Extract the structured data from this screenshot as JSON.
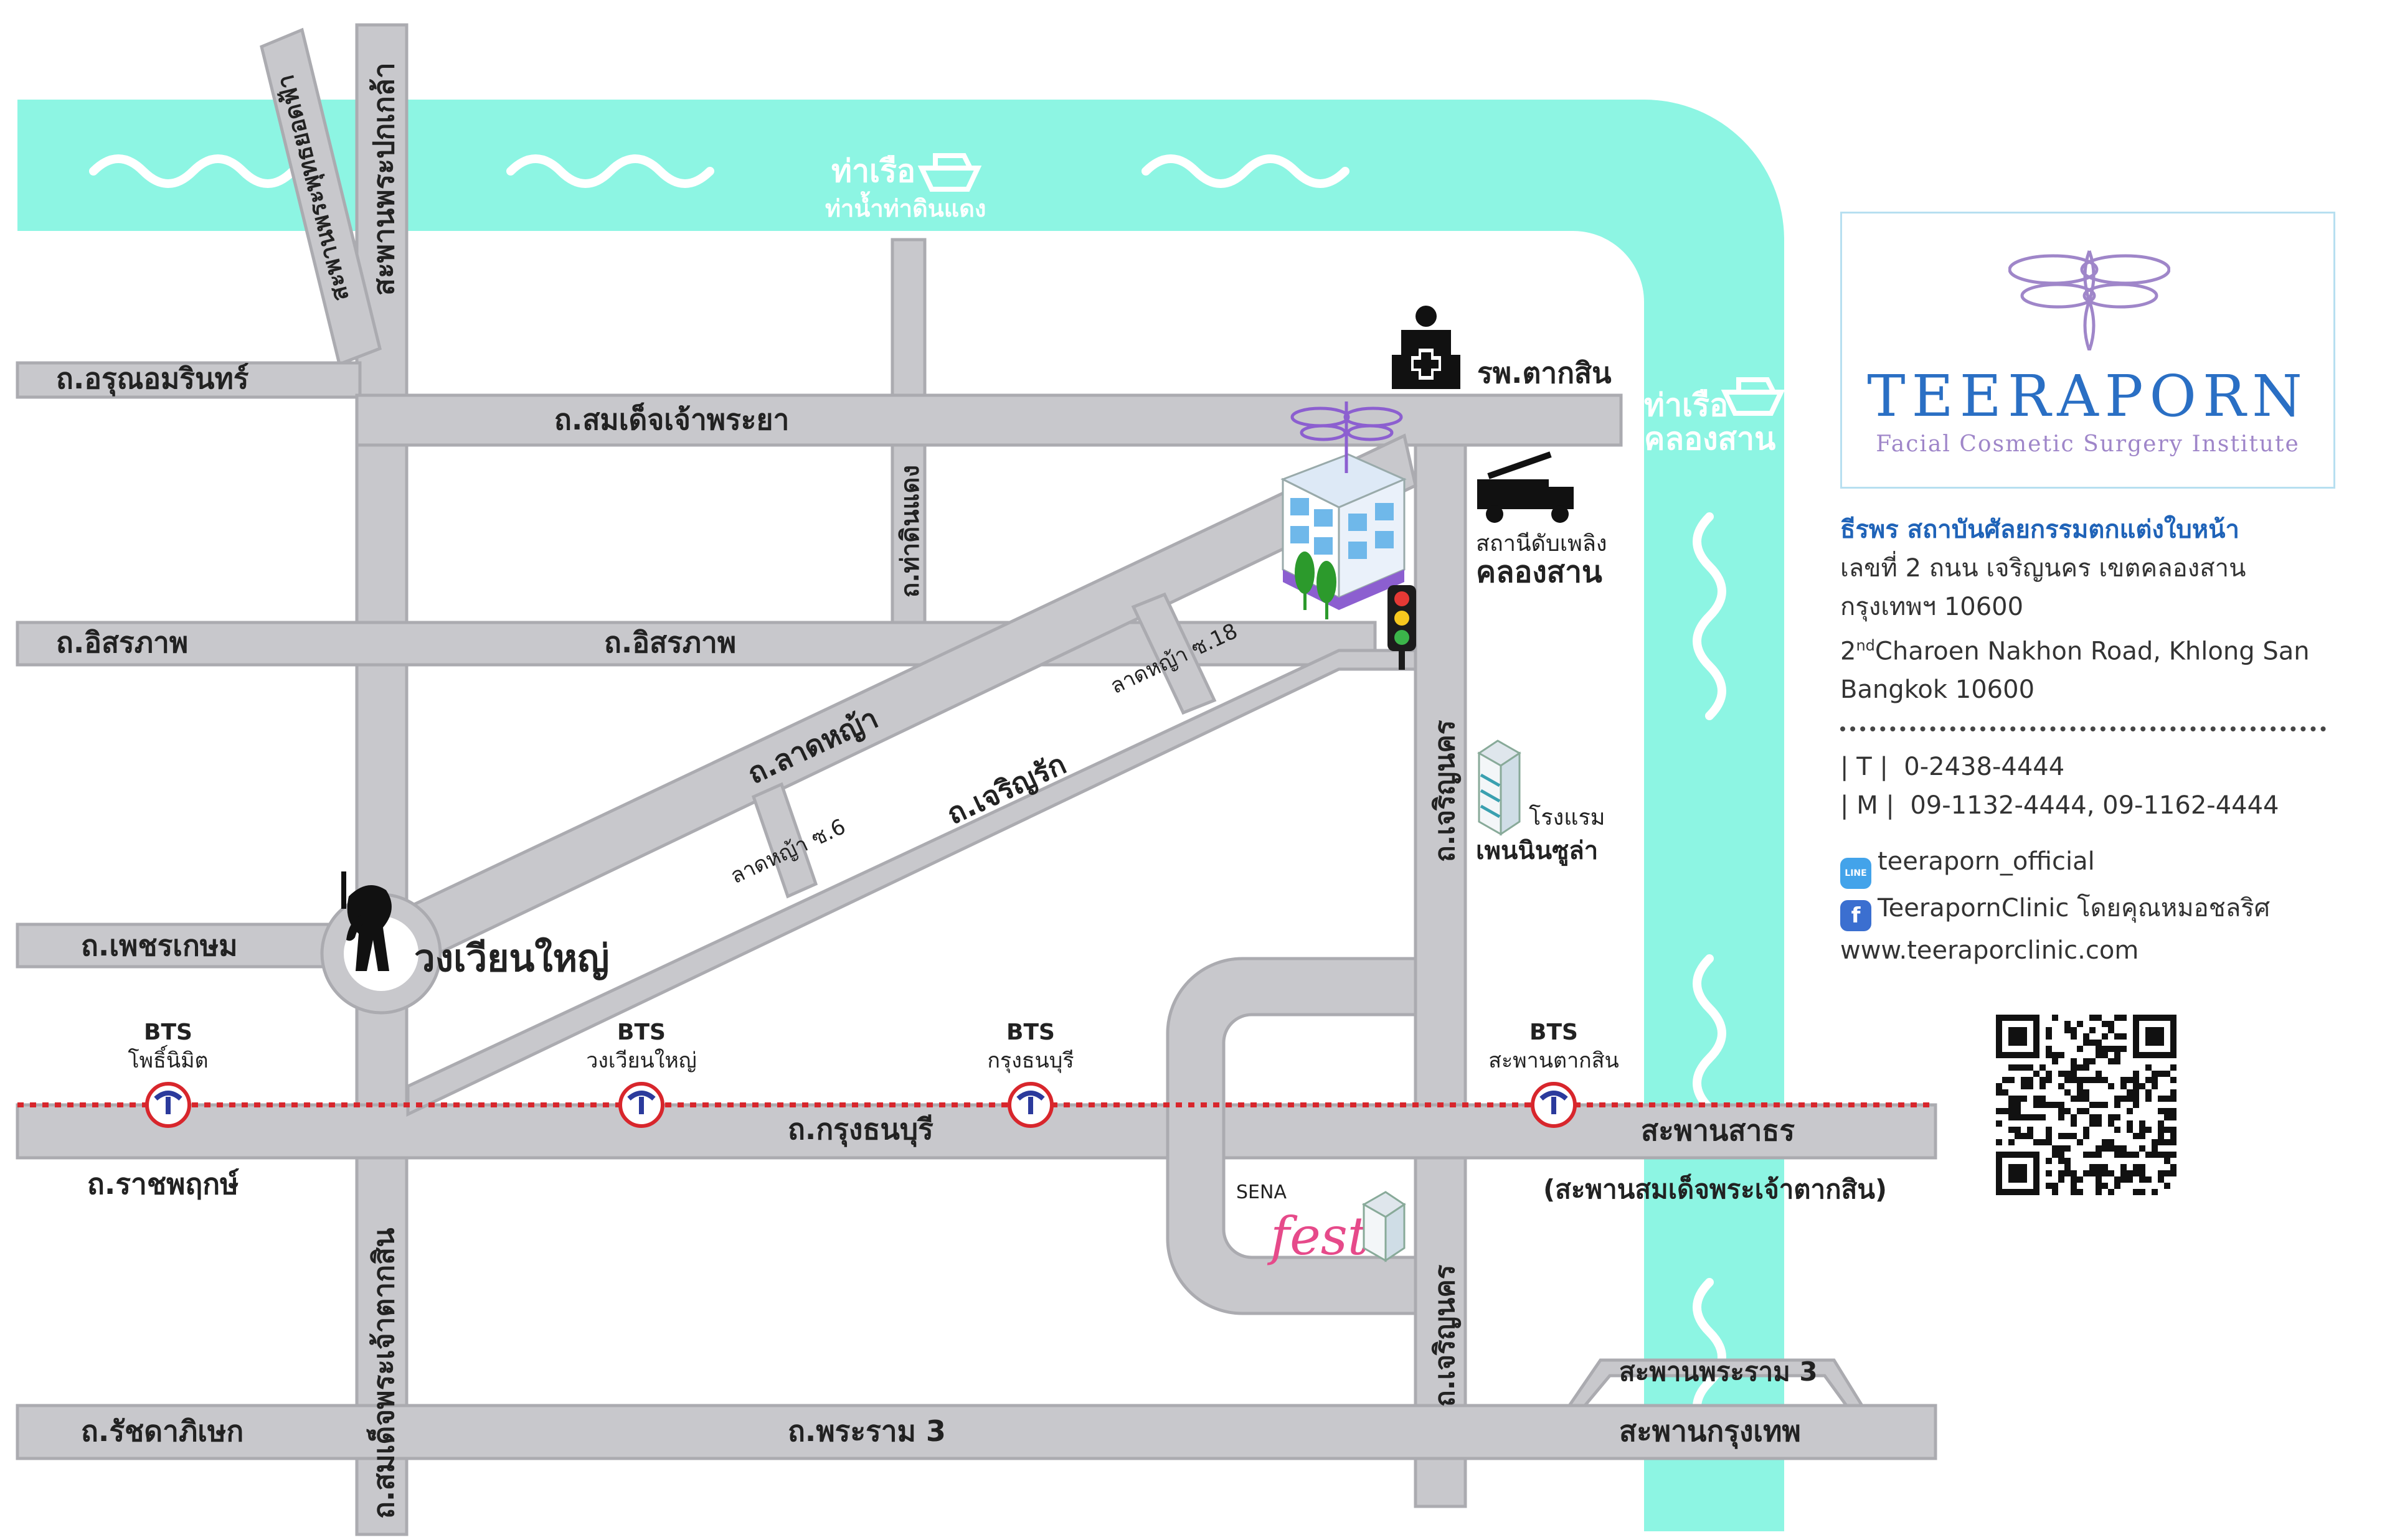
{
  "river": {
    "pier_tha_din_daeng_line1": "ท่าเรือ",
    "pier_tha_din_daeng_line2": "ท่าน้ำท่าดินแดง",
    "pier_khlong_san_line1": "ท่าเรือ",
    "pier_khlong_san_line2": "คลองสาน"
  },
  "roads": {
    "arun_amarin": "ถ.อรุณอมรินทร์",
    "somdet_chao_phraya": "ถ.สมเด็จเจ้าพระยา",
    "tha_din_daeng": "ถ.ท่าดินแดง",
    "itsaraphap_left": "ถ.อิสรภาพ",
    "itsaraphap_mid": "ถ.อิสรภาพ",
    "lat_ya": "ถ.ลาดหญ้า",
    "lat_ya_soi18": "ลาดหญ้า ซ.18",
    "lat_ya_soi6": "ลาดหญ้า ซ.6",
    "charoen_rak": "ถ.เจริญรัก",
    "phet_kasem": "ถ.เพชรเกษม",
    "krung_thonburi": "ถ.กรุงธนบุรี",
    "ratchaphruek": "ถ.ราชพฤกษ์",
    "ratchadaphisek": "ถ.รัชดาภิเษก",
    "rama3": "ถ.พระราม 3",
    "charoen_nakhon_upper": "ถ.เจริญนคร",
    "charoen_nakhon_lower": "ถ.เจริญนคร",
    "somdet_phra_chao_taksin": "ถ.สมเด็จพระเจ้าตากสิน",
    "memorial_bridge": "สะพานพระปกเกล้า",
    "phuttayotfa_bridge": "สะพานพระพุทธยอดฟ้า",
    "sathorn_bridge": "สะพานสาธร",
    "sathorn_bridge_alt": "(สะพานสมเด็จพระเจ้าตากสิน)",
    "rama3_bridge": "สะพานพระราม 3",
    "krungthep_bridge": "สะพานกรุงเทพ"
  },
  "landmarks": {
    "wongwian_yai": "วงเวียนใหญ่",
    "hospital": "รพ.ตากสิน",
    "fire_station_line1": "สถานีดับเพลิง",
    "fire_station_line2": "คลองสาน",
    "hotel_line1": "โรงแรม",
    "hotel_line2": "เพนนินซูล่า",
    "sena_top": "SENA",
    "sena_fest": "fest"
  },
  "bts": [
    {
      "line1": "BTS",
      "line2": "โพธิ์นิมิต"
    },
    {
      "line1": "BTS",
      "line2": "วงเวียนใหญ่"
    },
    {
      "line1": "BTS",
      "line2": "กรุงธนบุรี"
    },
    {
      "line1": "BTS",
      "line2": "สะพานตากสิน"
    }
  ],
  "logo": {
    "brand": "TEERAPORN",
    "tagline": "Facial Cosmetic Surgery Institute"
  },
  "contact": {
    "name_th": "ธีรพร สถาบันศัลยกรรมตกแต่งใบหน้า",
    "address_th_line1": "เลขที่ 2 ถนน เจริญนคร เขตคลองสาน",
    "address_th_line2": "กรุงเทพฯ 10600",
    "address_en_number": "2",
    "address_en_suffix": "nd",
    "address_en_line1_rest": "Charoen Nakhon Road, Khlong San",
    "address_en_line2": "Bangkok 10600",
    "tel_label": "| T |",
    "tel": "0-2438-4444",
    "mobile_label": "| M |",
    "mobile": "09-1132-4444, 09-1162-4444",
    "line_icon_text": "LINE",
    "line_id": "teeraporn_official",
    "facebook_icon_text": "f",
    "facebook": "TeerapornClinic โดยคุณหมอชลริศ",
    "website": "www.teeraporclinic.com"
  },
  "colors": {
    "river": "#8df5e3",
    "road": "#c8c8cc",
    "road_edge": "#a9a9ae",
    "bts_line": "#d8262c",
    "brand_blue": "#2a6fc4",
    "brand_purple": "#9f86c9"
  },
  "icons": {
    "hospital": "hospital-icon",
    "fire_truck": "fire-truck-icon",
    "traffic_light": "traffic-light-icon",
    "monument": "monument-icon",
    "building": "clinic-building-icon",
    "hotel": "hotel-building-icon",
    "boat": "boat-icon",
    "bts": "bts-logo-icon",
    "qr": "qr-code-icon",
    "dragonfly": "dragonfly-logo-icon"
  }
}
